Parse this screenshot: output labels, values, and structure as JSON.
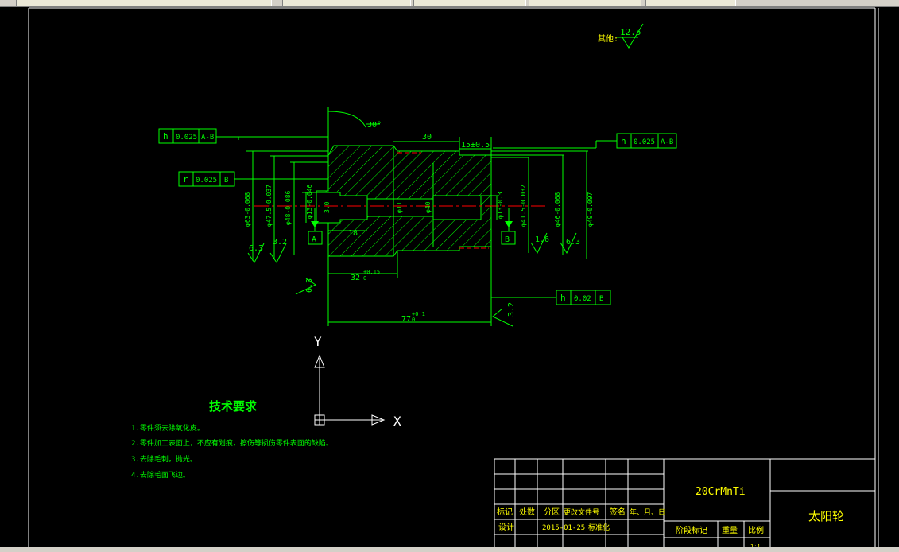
{
  "colors": {
    "green": "#00ff00",
    "white": "#ffffff",
    "red": "#ff0000",
    "yellow": "#ffff00",
    "bg": "#000000"
  },
  "roughness": {
    "prefix": "其他:",
    "value": "12.5"
  },
  "dims": {
    "angle": "30°",
    "d30": "30",
    "d15": "15±0.5",
    "d18": "18",
    "d32": "32",
    "d32_tol": "+0.15",
    "d32_tol0": "0",
    "d77": "77",
    "d77_tol": "+0.1",
    "d77_tol0": "0",
    "dia_phi63": "φ63-0.068",
    "dia_phi47": "φ47.5-0.037",
    "dia_phi48": "φ48-0.086",
    "dia_phi13": "φ13-0.046",
    "dia_phi11": "φ11",
    "dia_phi40": "φ40",
    "dia_phi13b": "φ13-0.3",
    "dia_phi41": "φ41.5-0.032",
    "dia_phi46": "φ46-0.068",
    "dia_phi49": "φ49-0.097",
    "s63a": "6.3",
    "s32a": "3.2",
    "s63b": "6.3",
    "s16": "1.6",
    "s63c": "6.3",
    "s32b": "3.2",
    "small_tol": "3.0"
  },
  "datums": {
    "a": "A",
    "b": "B"
  },
  "tolerances": {
    "t1": {
      "sym": "h",
      "val": "0.025",
      "ref": "A-B"
    },
    "t2": {
      "sym": "r",
      "val": "0.025",
      "ref": "B"
    },
    "t3": {
      "sym": "h",
      "val": "0.025",
      "ref": "A-B"
    },
    "t4": {
      "sym": "h",
      "val": "0.02",
      "ref": "B"
    }
  },
  "ucs": {
    "x": "X",
    "y": "Y"
  },
  "tech": {
    "title": "技术要求",
    "items": [
      "1.零件须去除氧化皮。",
      "2.零件加工表面上，不应有划痕，擦伤等损伤零件表面的缺陷。",
      "3.去除毛刺，抛光。",
      "4.去除毛面飞边。"
    ]
  },
  "title_block": {
    "material": "20CrMnTi",
    "part_name": "太阳轮",
    "row1": [
      "标记",
      "处数",
      "分区",
      "更改文件号",
      "签名",
      "年、月、日"
    ],
    "row2": [
      "设计",
      "",
      "2015-01-25",
      "标准化"
    ],
    "col_stage": "阶段标记",
    "col_weight": "重量",
    "col_scale": "比例",
    "scale_value": "1:1"
  }
}
